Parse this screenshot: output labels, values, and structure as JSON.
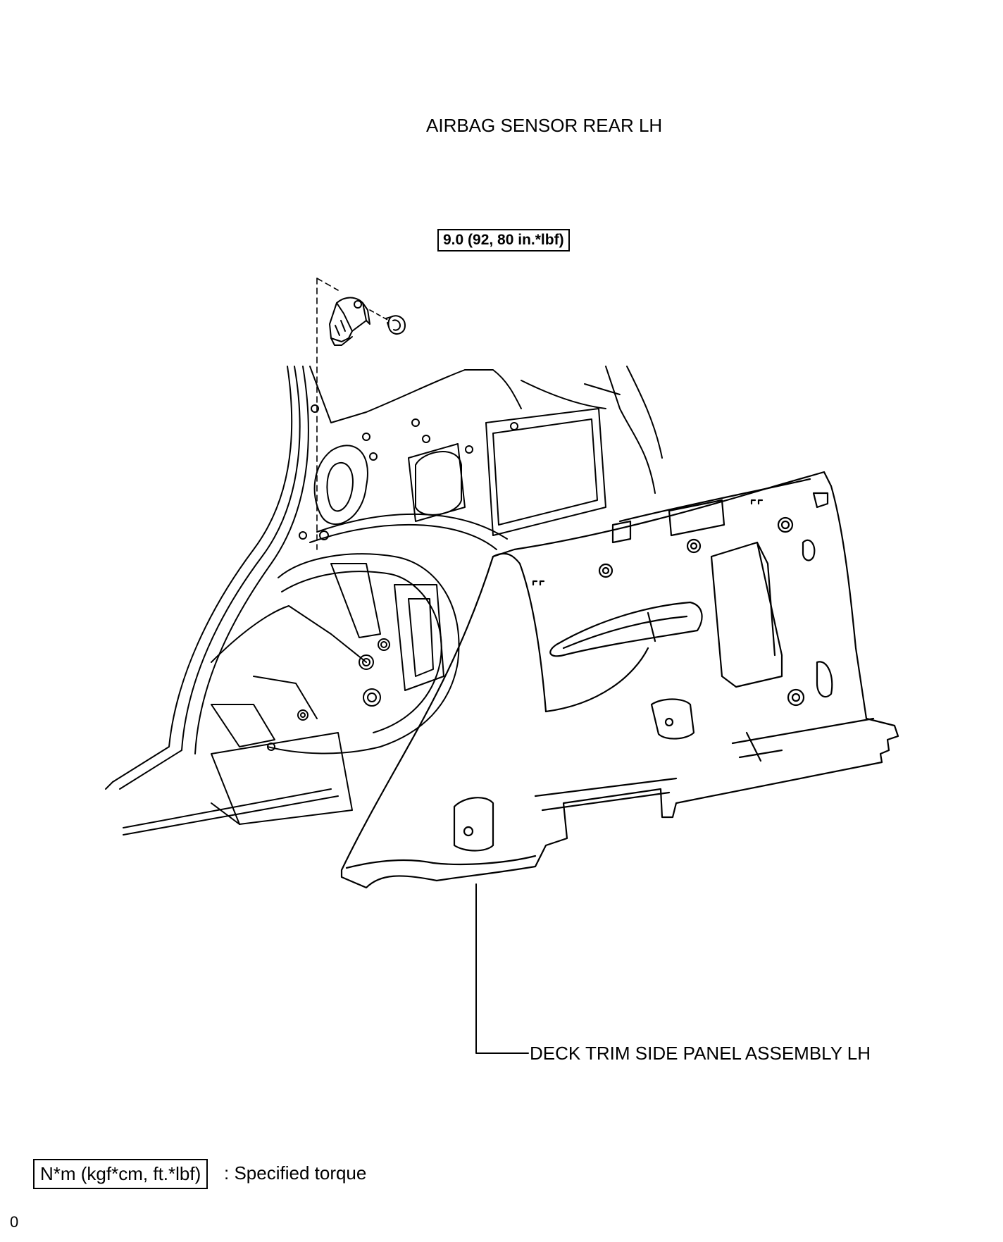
{
  "labels": {
    "sensor": "AIRBAG SENSOR REAR LH",
    "panel": "DECK TRIM SIDE PANEL ASSEMBLY LH",
    "torque": "9.0 (92, 80 in.*lbf)"
  },
  "legend": {
    "unit": "N*m (kgf*cm, ft.*lbf)",
    "description": ": Specified torque"
  },
  "footer": {
    "mark": "0"
  },
  "icons": [
    "airbag-sensor-icon",
    "bolt-icon",
    "body-structure",
    "deck-trim-panel"
  ]
}
